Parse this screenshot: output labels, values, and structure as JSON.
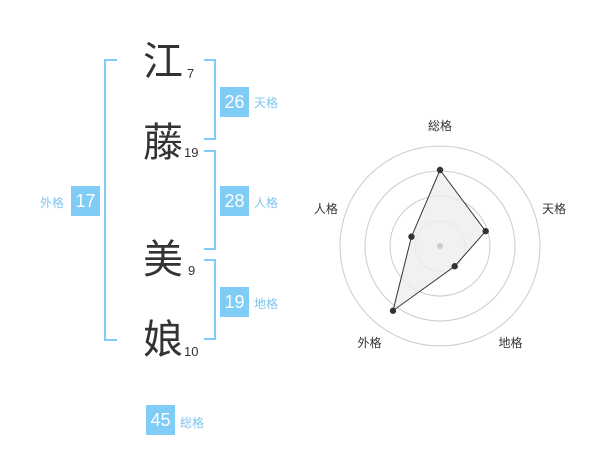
{
  "name": {
    "chars": [
      {
        "char": "江",
        "strokes": "7"
      },
      {
        "char": "藤",
        "strokes": "19"
      },
      {
        "char": "美",
        "strokes": "9"
      },
      {
        "char": "娘",
        "strokes": "10"
      }
    ]
  },
  "fortune": {
    "tenkaku": {
      "value": "26",
      "label": "天格"
    },
    "jinkaku": {
      "value": "28",
      "label": "人格"
    },
    "chikaku": {
      "value": "19",
      "label": "地格"
    },
    "gaikaku": {
      "value": "17",
      "label": "外格"
    },
    "soukaku": {
      "value": "45",
      "label": "総格"
    }
  },
  "colors": {
    "accent": "#7fccf7",
    "accent_text": "#7fc4ef",
    "text": "#333333",
    "grid": "#cccccc",
    "radar_fill": "#eeeeee",
    "radar_line": "#333333"
  },
  "chart_data": {
    "type": "radar",
    "axes": [
      "総格",
      "天格",
      "地格",
      "外格",
      "人格"
    ],
    "values": [
      0.76,
      0.48,
      0.25,
      0.8,
      0.3
    ],
    "rings": 4
  }
}
